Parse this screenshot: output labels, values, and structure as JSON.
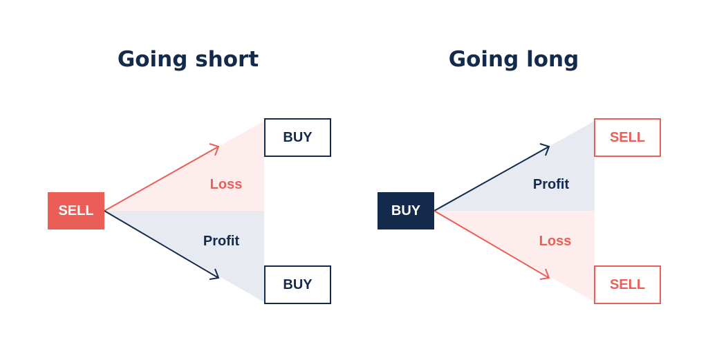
{
  "colors": {
    "navy": "#132a4c",
    "coral": "#eb5e57",
    "loss_fill": "#fdeeed",
    "profit_fill": "#e7eaf0",
    "white": "#ffffff"
  },
  "left": {
    "title": "Going short",
    "origin_label": "SELL",
    "upper_box_label": "BUY",
    "lower_box_label": "BUY",
    "upper_region_label": "Loss",
    "lower_region_label": "Profit"
  },
  "right": {
    "title": "Going long",
    "origin_label": "BUY",
    "upper_box_label": "SELL",
    "lower_box_label": "SELL",
    "upper_region_label": "Profit",
    "lower_region_label": "Loss"
  }
}
